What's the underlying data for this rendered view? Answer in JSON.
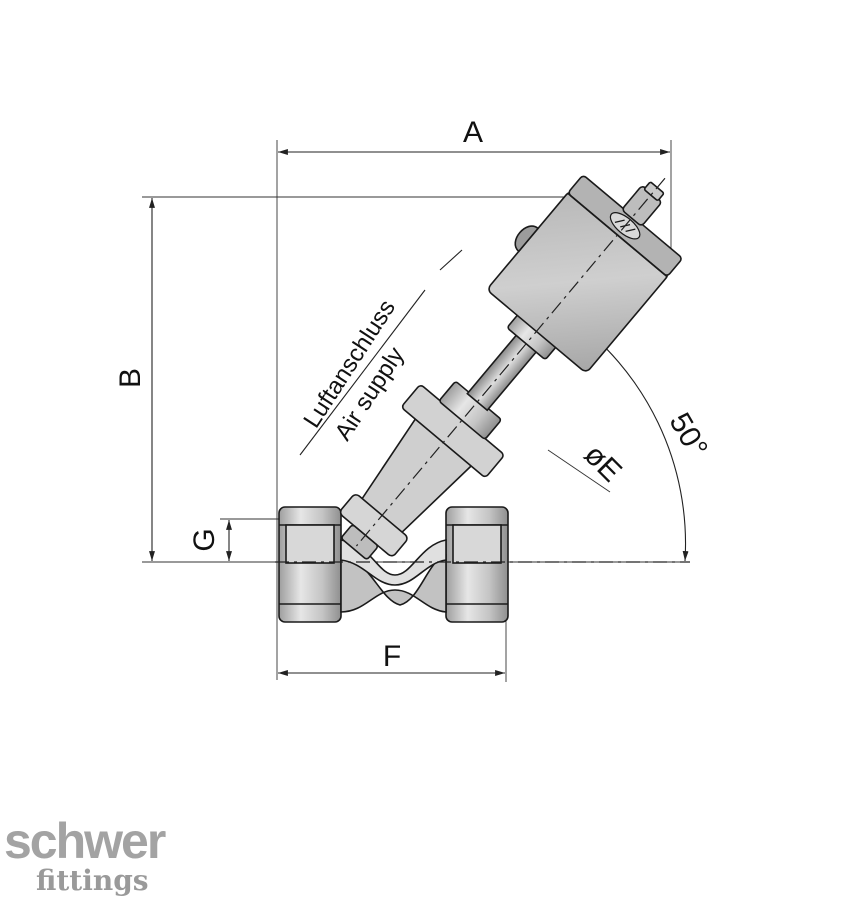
{
  "dimensions": {
    "A": "A",
    "B": "B",
    "G": "G",
    "E": "øE",
    "F": "F",
    "angle": "50°"
  },
  "annotation": {
    "german": "Luftanschluss",
    "english": "Air supply"
  },
  "logo": {
    "main": "schwer",
    "sub": "fittings"
  },
  "colors": {
    "body_fill": "#c9c9c9",
    "body_dark": "#9e9e9e",
    "body_light": "#e4e4e4",
    "line": "#1a1a1a",
    "logo": "#a3a3a3"
  }
}
